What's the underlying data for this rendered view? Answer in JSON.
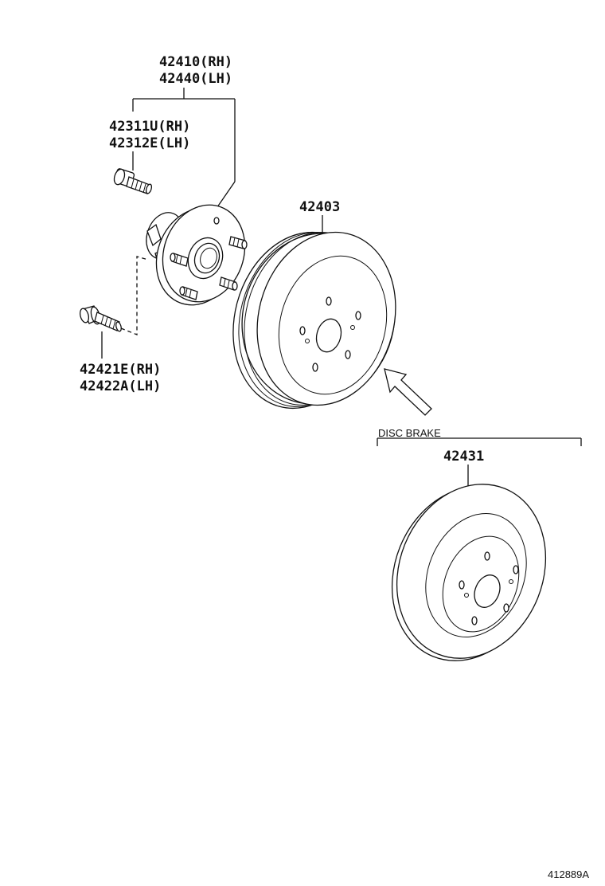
{
  "labels": {
    "hub_rh": "42410(RH)",
    "hub_lh": "42440(LH)",
    "stud_rh": "42311U(RH)",
    "stud_lh": "42312E(LH)",
    "bolt_rh": "42421E(RH)",
    "bolt_lh": "42422A(LH)",
    "drum": "42403",
    "disc_section": "DISC BRAKE",
    "disc": "42431",
    "figure_id": "412889A"
  }
}
